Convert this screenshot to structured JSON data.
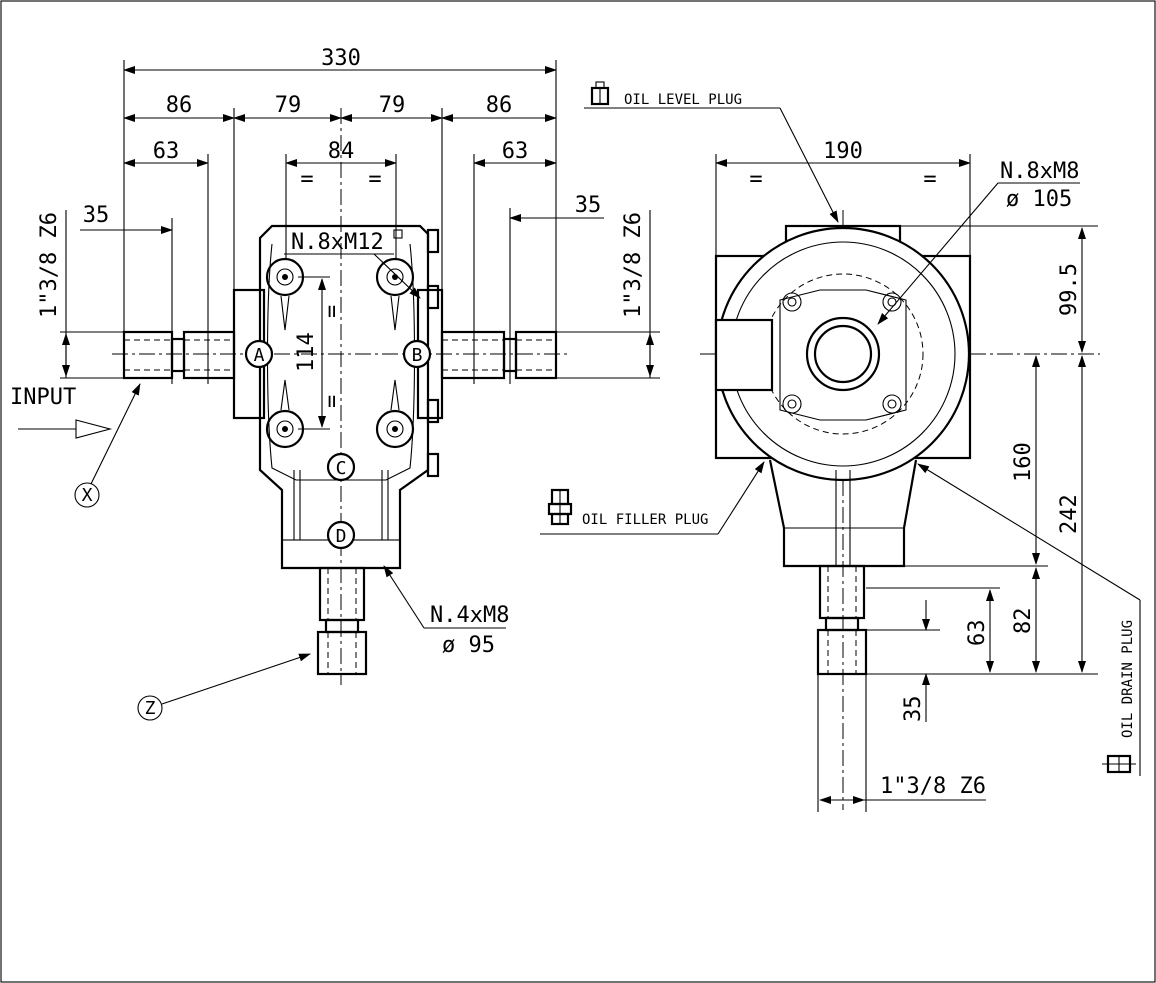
{
  "dimensions": {
    "total_width": "330",
    "left_86": "86",
    "left_79": "79",
    "right_79": "79",
    "right_86": "86",
    "left_63": "63",
    "bolt_spacing": "84",
    "right_63": "63",
    "left_35": "35",
    "right_35": "35",
    "left_shaft_spec": "1\"3/8 Z6",
    "right_shaft_spec": "1\"3/8 Z6",
    "bolt_vertical": "114",
    "eq": "=",
    "side_width": "190",
    "height_99_5": "99.5",
    "height_160": "160",
    "height_242": "242",
    "height_82": "82",
    "height_63": "63",
    "height_35": "35",
    "bottom_shaft_spec": "1\"3/8 Z6"
  },
  "callouts": {
    "front_bolts": "N.8xM12",
    "bottom_bolts": "N.4xM8",
    "bottom_bolt_circle": "ø 95",
    "side_bolts": "N.8xM8",
    "side_bolt_circle": "ø 105"
  },
  "labels": {
    "input": "INPUT",
    "port_a": "A",
    "port_b": "B",
    "port_c": "C",
    "port_d": "D",
    "shaft_x": "X",
    "shaft_z": "Z"
  },
  "plugs": {
    "oil_level": "OIL LEVEL PLUG",
    "oil_filler": "OIL FILLER PLUG",
    "oil_drain": "OIL DRAIN PLUG"
  }
}
